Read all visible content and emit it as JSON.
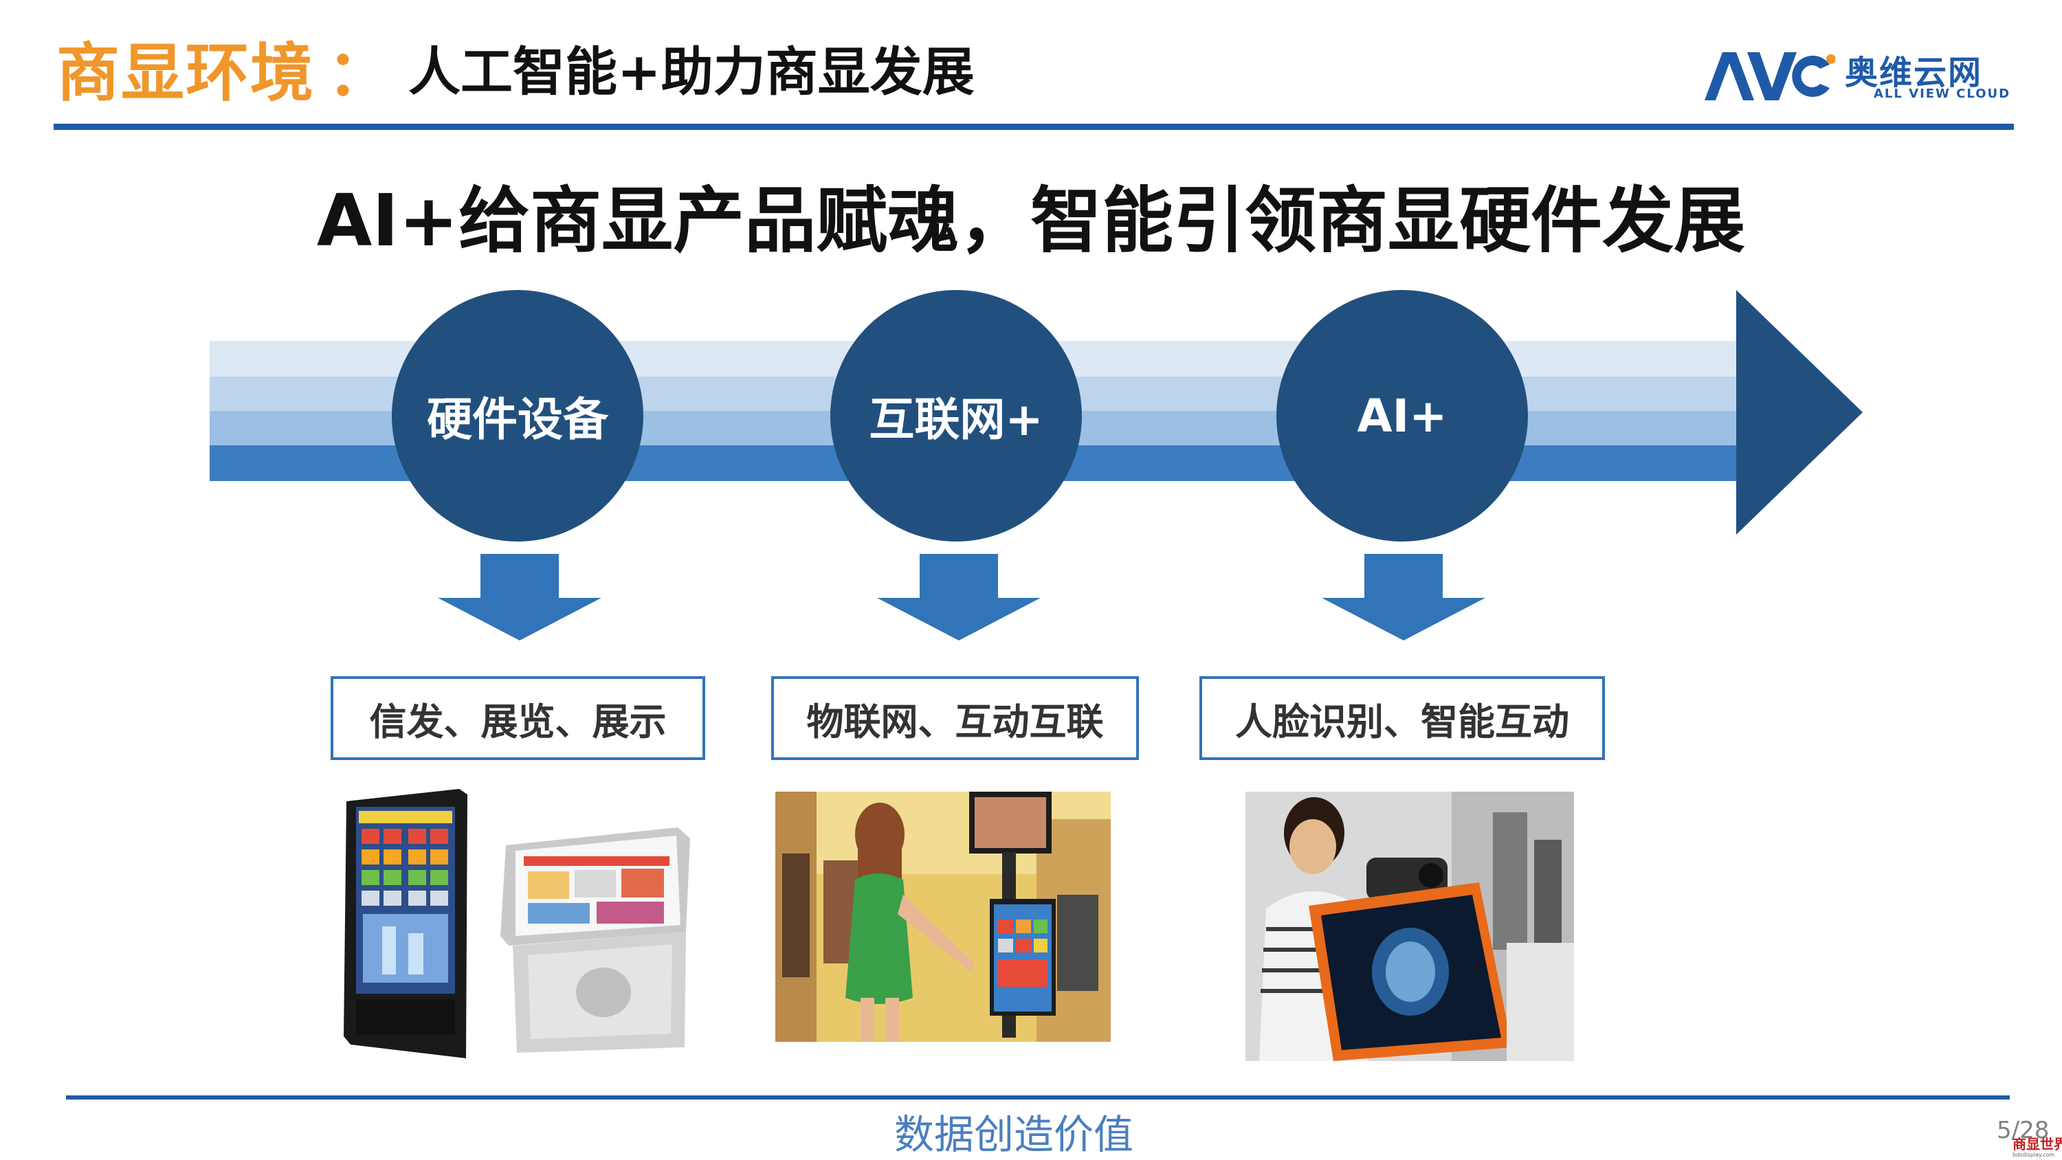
{
  "header": {
    "title_accent": "商显环境",
    "title_colon": "：",
    "title_main": "人工智能+助力商显发展",
    "logo_cn": "奥维云网",
    "logo_en": "ALL VIEW CLOUD",
    "logo_mark": "AVC"
  },
  "headline": "AI+给商显产品赋魂，智能引领商显硬件发展",
  "stages": [
    {
      "label": "硬件设备",
      "caption": "信发、展览、展示"
    },
    {
      "label": "互联网+",
      "caption": "物联网、互动互联"
    },
    {
      "label": "AI+",
      "caption": "人脸识别、智能互动"
    }
  ],
  "footer": {
    "text": "数据创造价值",
    "page": "5/28"
  },
  "watermark": {
    "cn": "商显世界",
    "en": "bdsdisplay.com"
  },
  "colors": {
    "accent_orange": "#f0962a",
    "brand_blue": "#1f5aa8",
    "circle_navy": "#22507e",
    "arrow_blue": "#3274b8"
  },
  "icons": [
    "down-arrow-icon",
    "timeline-arrow-icon"
  ]
}
